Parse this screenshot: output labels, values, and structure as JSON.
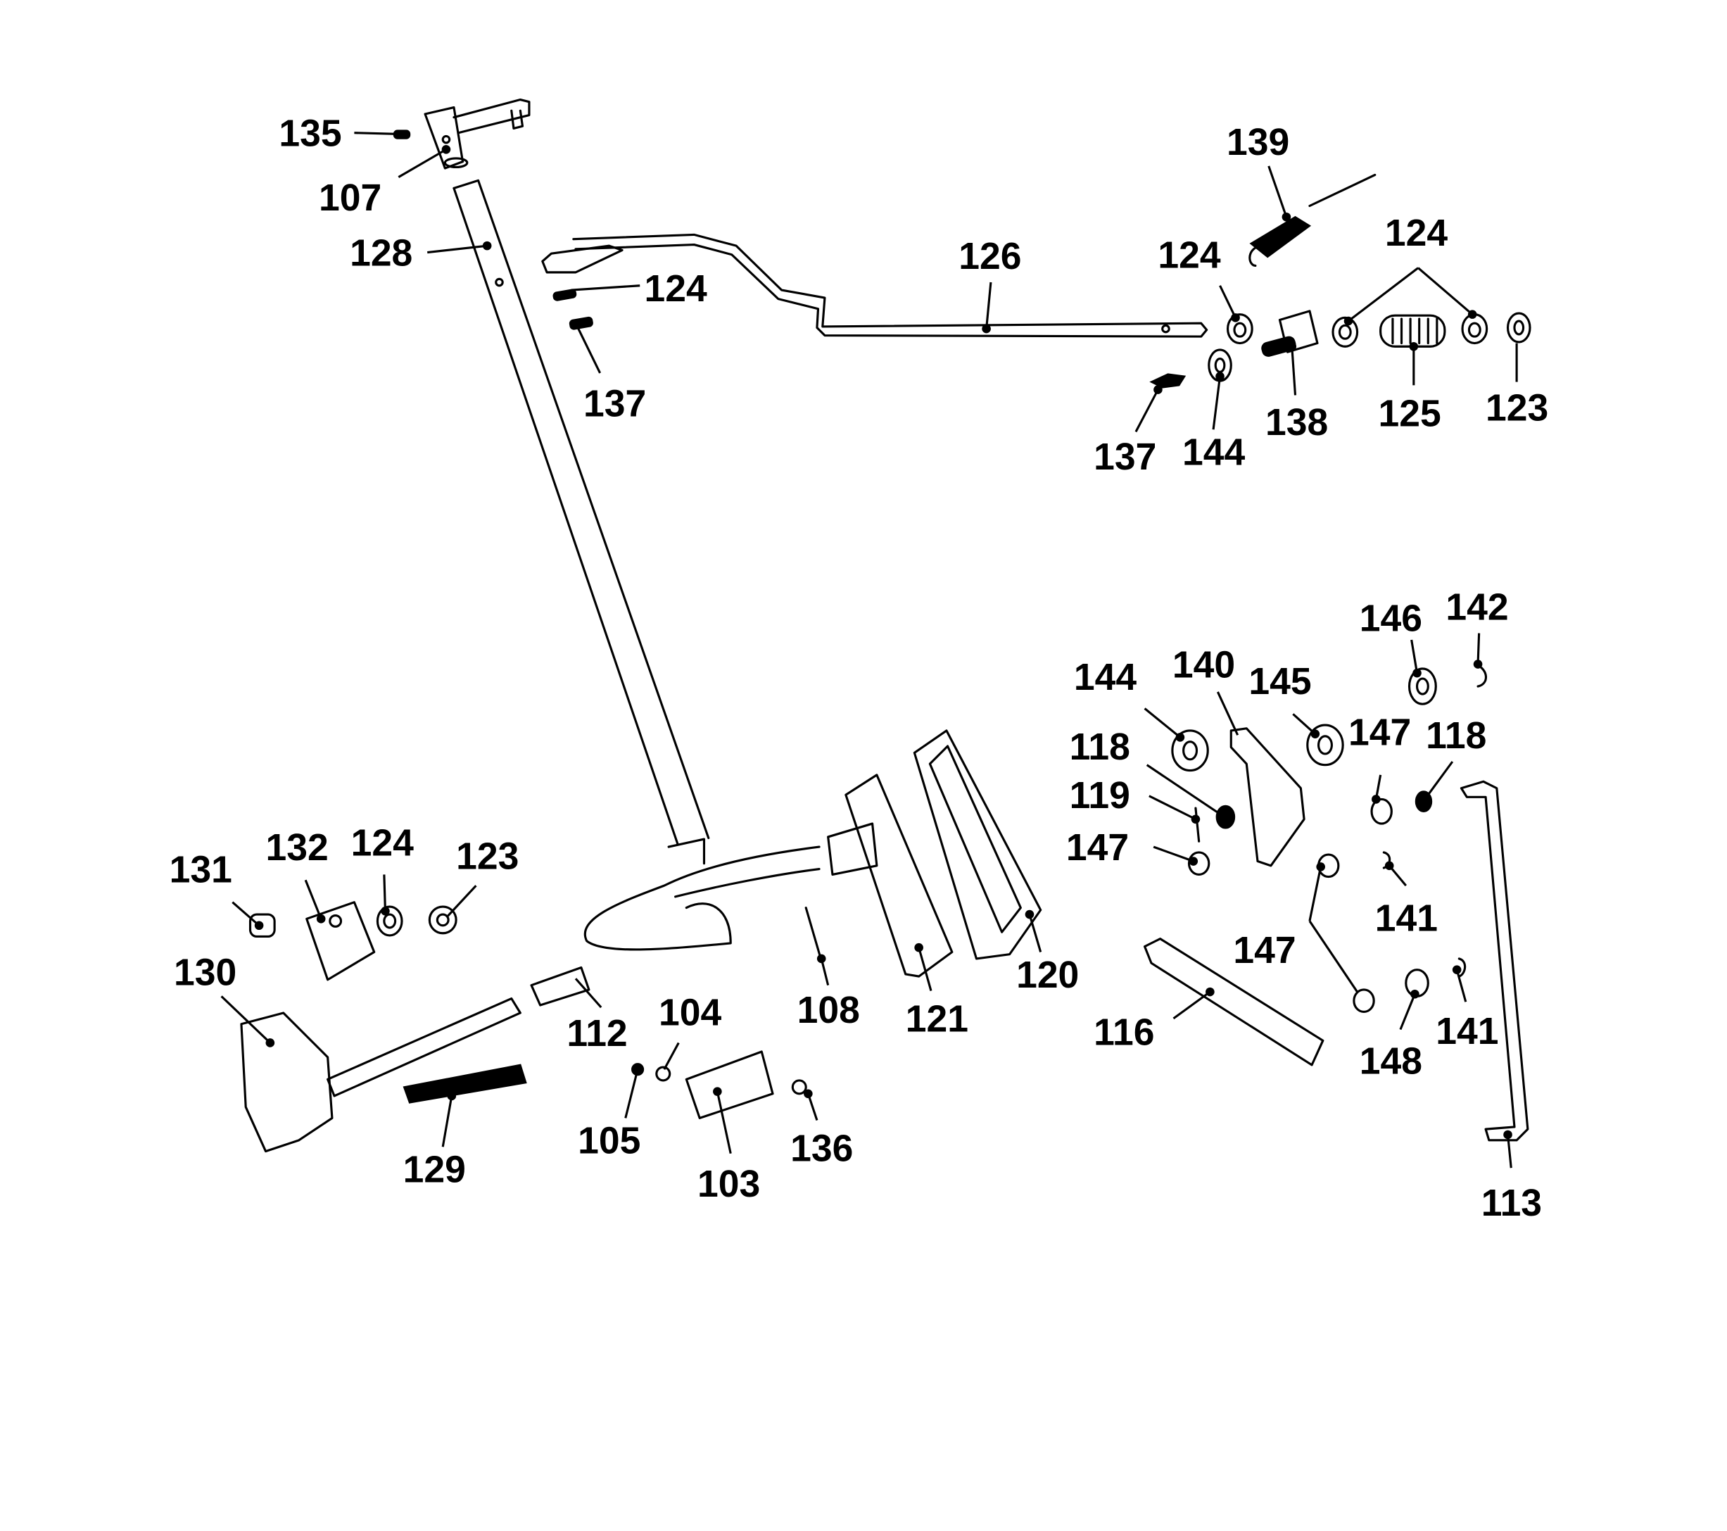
{
  "diagram": {
    "type": "exploded-parts-diagram",
    "callouts": [
      {
        "id": "c135",
        "label": "135"
      },
      {
        "id": "c107",
        "label": "107"
      },
      {
        "id": "c128",
        "label": "128"
      },
      {
        "id": "c124a",
        "label": "124"
      },
      {
        "id": "c137a",
        "label": "137"
      },
      {
        "id": "c126",
        "label": "126"
      },
      {
        "id": "c139",
        "label": "139"
      },
      {
        "id": "c124b",
        "label": "124"
      },
      {
        "id": "c124c",
        "label": "124"
      },
      {
        "id": "c137b",
        "label": "137"
      },
      {
        "id": "c144a",
        "label": "144"
      },
      {
        "id": "c138",
        "label": "138"
      },
      {
        "id": "c125",
        "label": "125"
      },
      {
        "id": "c123a",
        "label": "123"
      },
      {
        "id": "c146",
        "label": "146"
      },
      {
        "id": "c142",
        "label": "142"
      },
      {
        "id": "c144b",
        "label": "144"
      },
      {
        "id": "c140",
        "label": "140"
      },
      {
        "id": "c145",
        "label": "145"
      },
      {
        "id": "c118a",
        "label": "118"
      },
      {
        "id": "c119",
        "label": "119"
      },
      {
        "id": "c147a",
        "label": "147"
      },
      {
        "id": "c147b",
        "label": "147"
      },
      {
        "id": "c118b",
        "label": "118"
      },
      {
        "id": "c141a",
        "label": "141"
      },
      {
        "id": "c147c",
        "label": "147"
      },
      {
        "id": "c116",
        "label": "116"
      },
      {
        "id": "c148",
        "label": "148"
      },
      {
        "id": "c141b",
        "label": "141"
      },
      {
        "id": "c113",
        "label": "113"
      },
      {
        "id": "c131",
        "label": "131"
      },
      {
        "id": "c132",
        "label": "132"
      },
      {
        "id": "c124d",
        "label": "124"
      },
      {
        "id": "c123b",
        "label": "123"
      },
      {
        "id": "c130",
        "label": "130"
      },
      {
        "id": "c112",
        "label": "112"
      },
      {
        "id": "c104",
        "label": "104"
      },
      {
        "id": "c105",
        "label": "105"
      },
      {
        "id": "c108",
        "label": "108"
      },
      {
        "id": "c121",
        "label": "121"
      },
      {
        "id": "c120",
        "label": "120"
      },
      {
        "id": "c129",
        "label": "129"
      },
      {
        "id": "c103",
        "label": "103"
      },
      {
        "id": "c136",
        "label": "136"
      }
    ]
  }
}
